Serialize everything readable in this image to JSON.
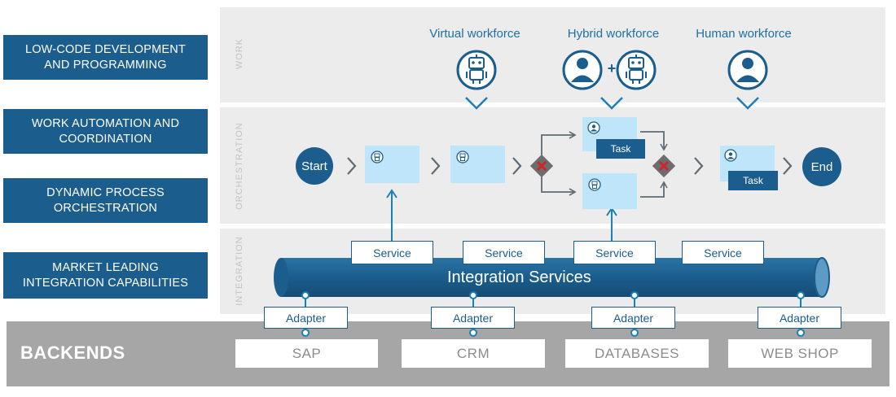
{
  "left_labels": [
    {
      "line1": "LOW-CODE DEVELOPMENT",
      "line2": "AND PROGRAMMING"
    },
    {
      "line1": "WORK AUTOMATION AND",
      "line2": "COORDINATION"
    },
    {
      "line1": "DYNAMIC PROCESS",
      "line2": "ORCHESTRATION"
    },
    {
      "line1": "MARKET LEADING",
      "line2": "INTEGRATION CAPABILITIES"
    }
  ],
  "lanes": {
    "work": "WORK",
    "orchestration": "ORCHESTRATION",
    "integration": "INTEGRATION"
  },
  "workforce": {
    "virtual": "Virtual workforce",
    "hybrid": "Hybrid workforce",
    "human": "Human workforce",
    "plus": "+"
  },
  "process": {
    "start": "Start",
    "end": "End",
    "task_label": "Task"
  },
  "services": [
    "Service",
    "Service",
    "Service",
    "Service"
  ],
  "integration_bus": "Integration Services",
  "adapters": [
    "Adapter",
    "Adapter",
    "Adapter",
    "Adapter"
  ],
  "backends": {
    "title": "BACKENDS",
    "items": [
      "SAP",
      "CRM",
      "DATABASES",
      "WEB SHOP"
    ]
  },
  "colors": {
    "dark_blue": "#1b5d8c",
    "light_blue_task": "#bfe5fb",
    "lane_gray": "#ececec",
    "backend_gray": "#a6a6a6",
    "label_blue": "#1d6fa6",
    "gateway_gray": "#6d6d6d",
    "gateway_red": "#d1232a"
  },
  "icons": [
    "robot-icon",
    "person-icon",
    "chevron-down-icon",
    "chevron-right-icon",
    "gateway-icon",
    "arrow-icon"
  ]
}
